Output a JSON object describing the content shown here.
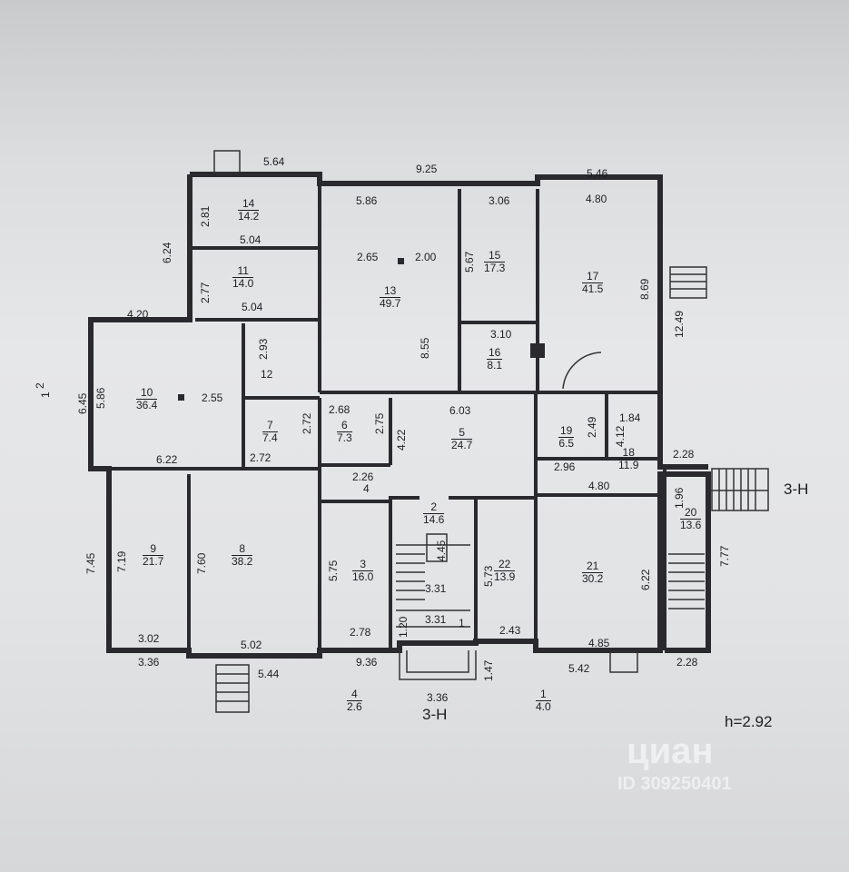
{
  "rooms": [
    {
      "id": "r14",
      "number": "14",
      "area": "14.2"
    },
    {
      "id": "r11",
      "number": "11",
      "area": "14.0"
    },
    {
      "id": "r13",
      "number": "13",
      "area": "49.7"
    },
    {
      "id": "r15",
      "number": "15",
      "area": "17.3"
    },
    {
      "id": "r16",
      "number": "16",
      "area": "8.1"
    },
    {
      "id": "r17",
      "number": "17",
      "area": "41.5"
    },
    {
      "id": "r10",
      "number": "10",
      "area": "36.4"
    },
    {
      "id": "r12",
      "number": "12",
      "area": ""
    },
    {
      "id": "r7",
      "number": "7",
      "area": "7.4"
    },
    {
      "id": "r6",
      "number": "6",
      "area": "7.3"
    },
    {
      "id": "r5",
      "number": "5",
      "area": "24.7"
    },
    {
      "id": "r19",
      "number": "19",
      "area": "6.5"
    },
    {
      "id": "r18",
      "number": "18",
      "area": "11.9"
    },
    {
      "id": "r20",
      "number": "20",
      "area": "13.6"
    },
    {
      "id": "r9",
      "number": "9",
      "area": "21.7"
    },
    {
      "id": "r8",
      "number": "8",
      "area": "38.2"
    },
    {
      "id": "r4in",
      "number": "4",
      "area": ""
    },
    {
      "id": "r3",
      "number": "3",
      "area": "16.0"
    },
    {
      "id": "r2",
      "number": "2",
      "area": "14.6"
    },
    {
      "id": "r22",
      "number": "22",
      "area": "13.9"
    },
    {
      "id": "r21",
      "number": "21",
      "area": "30.2"
    },
    {
      "id": "r1in",
      "number": "1",
      "area": ""
    },
    {
      "id": "r4out",
      "number": "4",
      "area": "2.6"
    },
    {
      "id": "r1out",
      "number": "1",
      "area": "4.0"
    }
  ],
  "dimensions": [
    "5.64",
    "9.25",
    "5.46",
    "5.86",
    "3.06",
    "4.80",
    "2.81",
    "6.24",
    "5.04",
    "2.77",
    "5.04",
    "2.65",
    "2.00",
    "5.67",
    "8.69",
    "12.49",
    "3.10",
    "8.55",
    "4.20",
    "2.93",
    "6.45",
    "5.86",
    "2.55",
    "2.68",
    "6.03",
    "2.72",
    "2.75",
    "4.22",
    "2.49",
    "1.84",
    "4.12",
    "6.22",
    "2.72",
    "2.96",
    "2.28",
    "2.26",
    "4.80",
    "1.96",
    "7.45",
    "7.19",
    "7.60",
    "5.75",
    "4.45",
    "5.73",
    "6.22",
    "7.77",
    "3.31",
    "3.31",
    "1.20",
    "3.02",
    "5.02",
    "2.78",
    "2.43",
    "4.85",
    "3.36",
    "5.44",
    "9.36",
    "1.47",
    "5.42",
    "2.28",
    "3.36"
  ],
  "section_marks": [
    "3-Н",
    "3-Н",
    "1",
    "2"
  ],
  "ceiling_height": "h=2.92",
  "watermark": {
    "brand": "циан",
    "id": "ID 309250401"
  },
  "colors": {
    "ink": "#1f1f22",
    "paper": "#e4e5e7"
  }
}
